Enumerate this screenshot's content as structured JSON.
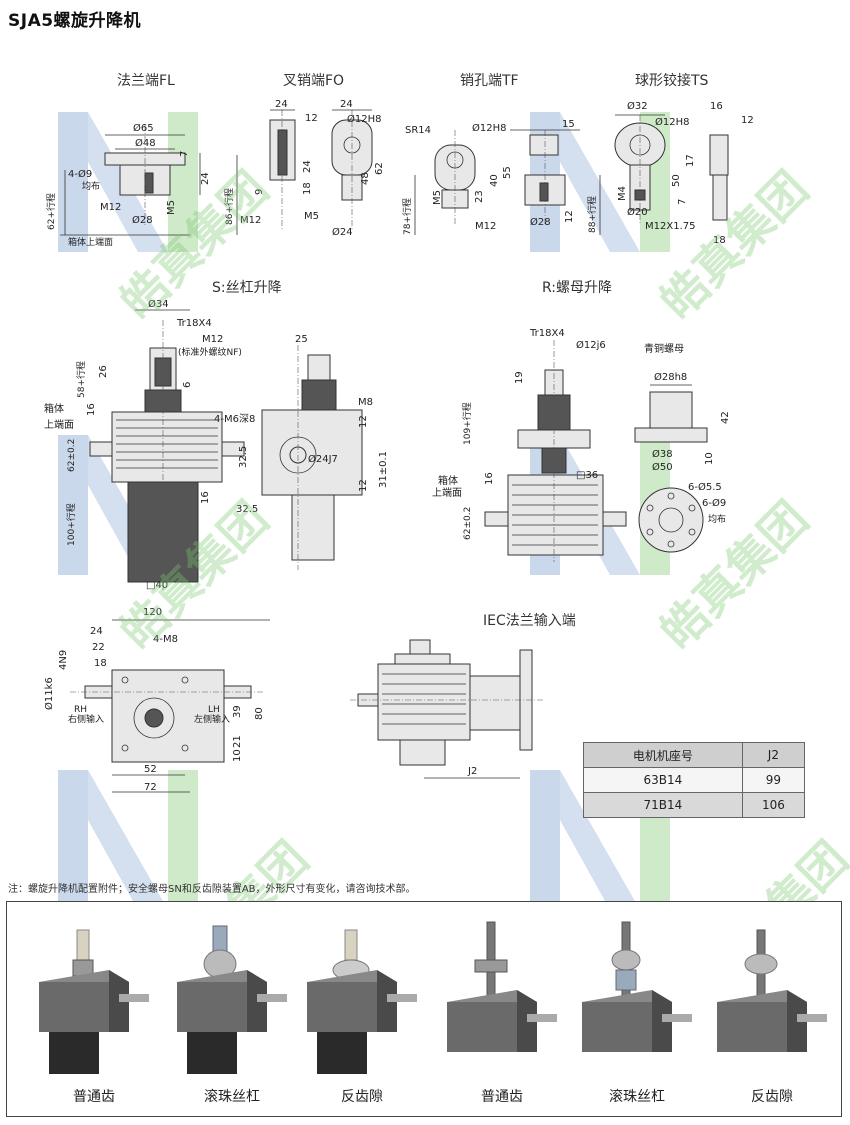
{
  "page": {
    "title": "SJA5螺旋升降机"
  },
  "sections": {
    "fl": "法兰端FL",
    "fo": "叉销端FO",
    "tf": "销孔端TF",
    "ts": "球形铰接TS",
    "s_lift": "S:丝杠升降",
    "r_lift": "R:螺母升降",
    "iec": "IEC法兰输入端"
  },
  "dims": {
    "fl": {
      "d65": "Ø65",
      "d48": "Ø48",
      "d28": "Ø28",
      "holes": "4-Ø9",
      "even": "均布",
      "m12": "M12",
      "m5": "M5",
      "v7": "7",
      "v24": "24",
      "stroke": "62+行程",
      "housing_top": "箱体上端面"
    },
    "fo": {
      "w24a": "24",
      "w24b": "24",
      "w12": "12",
      "d12h8": "Ø12H8",
      "v24": "24",
      "v18": "18",
      "v9": "9",
      "v48": "48",
      "v62": "62",
      "stroke": "86+行程",
      "m12": "M12",
      "m5": "M5",
      "d24": "Ø24"
    },
    "tf": {
      "sr14": "SR14",
      "d12h8": "Ø12H8",
      "w15": "15",
      "v23": "23",
      "v40": "40",
      "v55": "55",
      "m5": "M5",
      "stroke": "78+行程",
      "m12": "M12",
      "d28": "Ø28",
      "v12": "12"
    },
    "ts": {
      "d32": "Ø32",
      "d12h8": "Ø12H8",
      "w16": "16",
      "w12": "12",
      "v17": "17",
      "v50": "50",
      "m4": "M4",
      "stroke": "88+行程",
      "d20": "Ø20",
      "v7": "7",
      "m12x175": "M12X1.75",
      "v18": "18"
    },
    "s": {
      "d34": "Ø34",
      "tr": "Tr18X4",
      "m12": "M12",
      "thread_note": "(标准外螺纹NF)",
      "v26": "26",
      "v6": "6",
      "stroke58": "58+行程",
      "v16": "16",
      "housing": "箱体",
      "housing2": "上端面",
      "v62": "62±0.2",
      "stroke100": "100+行程",
      "v16b": "16",
      "sq40": "□40",
      "w25": "25",
      "m8": "M8",
      "m6": "4-M6深8",
      "v12a": "12",
      "v325": "32.5",
      "d24j7": "Ø24J7",
      "v31": "31±0.1",
      "v12b": "12",
      "h325": "32.5"
    },
    "r": {
      "tr": "Tr18X4",
      "d12j6": "Ø12j6",
      "nut": "青铜螺母",
      "v19": "19",
      "d28h8": "Ø28h8",
      "stroke109": "109+行程",
      "v42": "42",
      "d38": "Ø38",
      "d50": "Ø50",
      "v10": "10",
      "sq36": "□36",
      "v16": "16",
      "housing": "箱体",
      "housing2": "上端面",
      "v62": "62±0.2",
      "h55": "6-Ø5.5",
      "h9": "6-Ø9",
      "even": "均布"
    },
    "bottom": {
      "w120": "120",
      "m8": "4-M8",
      "w24": "24",
      "w22": "22",
      "w18": "18",
      "n4": "4N9",
      "d11": "Ø11k6",
      "rh": "RH",
      "rh_label": "右侧输入",
      "lh": "LH",
      "lh_label": "左侧输入",
      "v39": "39",
      "v80": "80",
      "v21": "21",
      "v10": "10",
      "w52": "52",
      "w72": "72"
    },
    "iec": {
      "j2": "J2"
    }
  },
  "motor_table": {
    "headers": [
      "电机机座号",
      "J2"
    ],
    "rows": [
      [
        "63B14",
        "99"
      ],
      [
        "71B14",
        "106"
      ]
    ]
  },
  "note": "注：螺旋升降机配置附件；安全螺母SN和反齿隙装置AB，外形尺寸有变化，请咨询技术部。",
  "watermark": {
    "text": "皓真集团",
    "color": "#78c86e",
    "logo_blue": "#9fb8dd",
    "logo_green": "#a8d89a"
  },
  "products": [
    {
      "caption": "普通齿"
    },
    {
      "caption": "滚珠丝杠"
    },
    {
      "caption": "反齿隙"
    },
    {
      "caption": "普通齿"
    },
    {
      "caption": "滚珠丝杠"
    },
    {
      "caption": "反齿隙"
    }
  ]
}
